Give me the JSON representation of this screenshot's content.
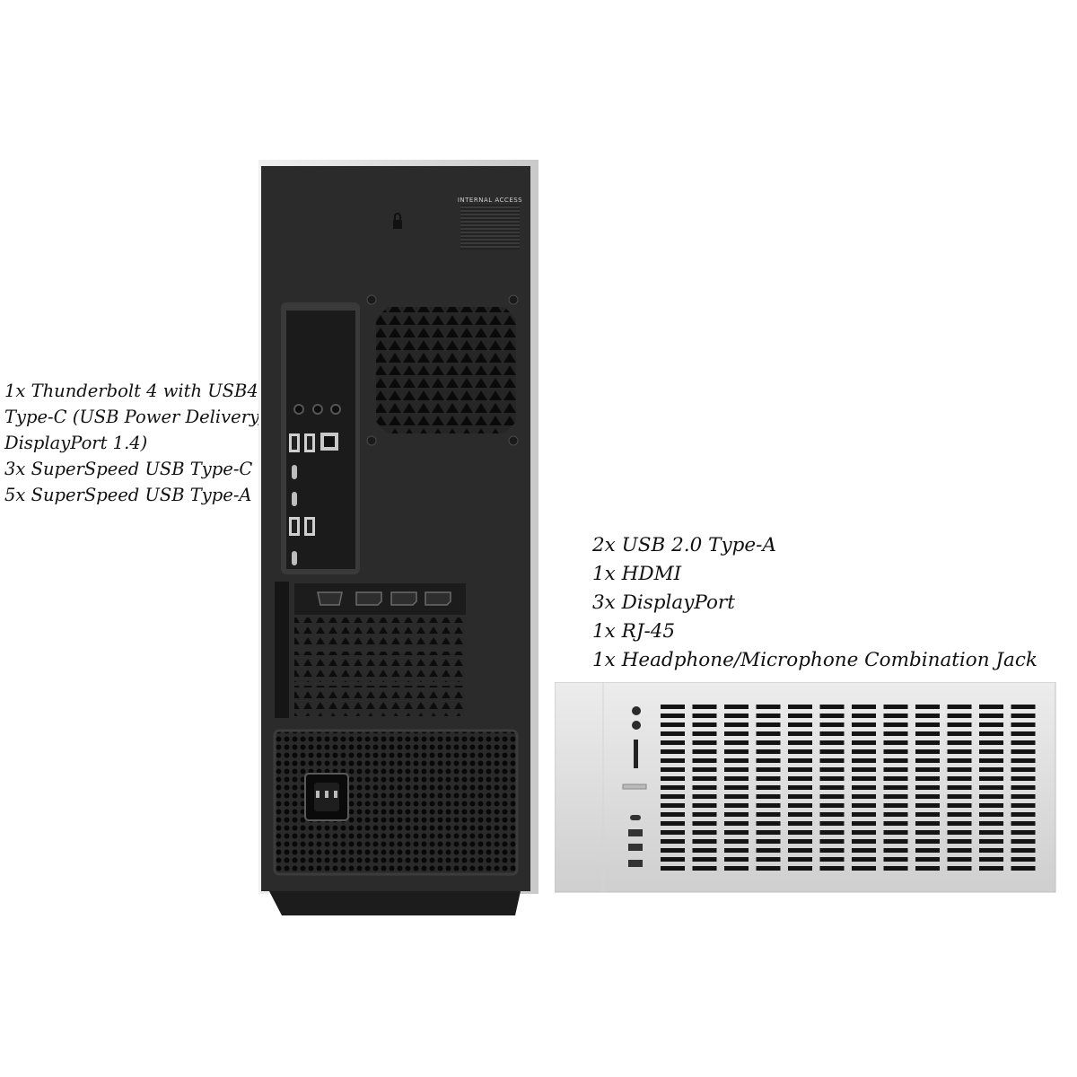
{
  "left_specs": {
    "lines": [
      "1x Thunderbolt 4 with USB4",
      "Type-C (USB Power Delivery,",
      "DisplayPort 1.4)",
      "3x SuperSpeed USB Type-C",
      "5x SuperSpeed USB Type-A"
    ]
  },
  "right_specs": {
    "lines": [
      "2x USB 2.0 Type-A",
      "1x HDMI",
      "3x DisplayPort",
      "1x RJ-45",
      "1x Headphone/Microphone Combination Jack"
    ]
  },
  "rear_panel": {
    "label": "INTERNAL ACCESS"
  },
  "colors": {
    "chassis": "#2b2b2b",
    "side_panel": "#d9d9d9",
    "front_panel": "#e2e2e2",
    "text": "#111111"
  }
}
